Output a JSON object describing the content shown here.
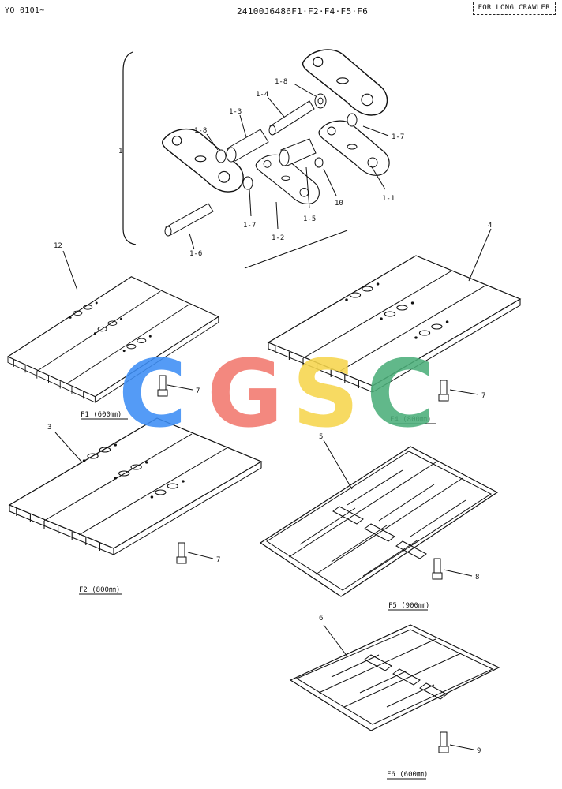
{
  "header": {
    "left_code": "YQ 0101~",
    "part_number": "24100J6486F1·F2·F4·F5·F6",
    "note": "FOR LONG CRAWLER"
  },
  "callouts": {
    "assembly": "1",
    "link_right": "1-1",
    "link_left": "1-2",
    "bushing": "1-3",
    "pin_upper": "1-4",
    "bushing_lower": "1-5",
    "pin_lower": "1-6",
    "seal_lower": "1-7",
    "seal_right": "1-7",
    "spacer_left": "1-8",
    "spacer_upper": "1-8",
    "nut": "10",
    "shoe_f1": "12",
    "shoe_f4": "4",
    "shoe_f2": "3",
    "shoe_f5": "5",
    "shoe_f6": "6",
    "bolt_f1": "7",
    "bolt_f4": "7",
    "bolt_f2": "7",
    "bolt_f5": "8",
    "bolt_f6": "9"
  },
  "captions": {
    "f1": "F1 (600㎜)",
    "f2": "F2 (800㎜)",
    "f4": "F4 (800㎜)",
    "f5": "F5 (900㎜)",
    "f6": "F6 (600㎜)"
  },
  "watermark": {
    "letters": [
      "C",
      "G",
      "S",
      "C"
    ],
    "colors": [
      "#3d8ef5",
      "#f2786e",
      "#f6d64d",
      "#4caf7a"
    ]
  }
}
